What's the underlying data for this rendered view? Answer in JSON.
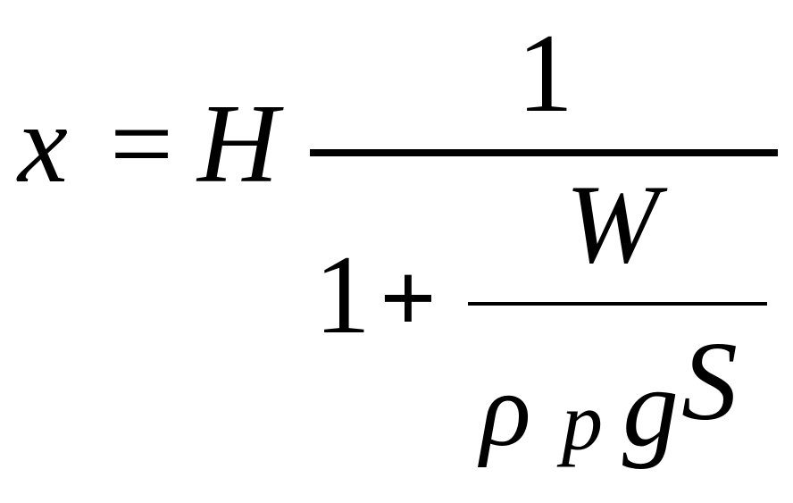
{
  "equation": {
    "lhs": "x",
    "equals": "=",
    "coefficient": "H",
    "outer_numerator": "1",
    "denominator_one": "1",
    "plus": "+",
    "inner_numerator": "W",
    "inner_denominator": {
      "rho": "ρ",
      "rho_subscript": "p",
      "g": "g",
      "s": "S"
    }
  }
}
